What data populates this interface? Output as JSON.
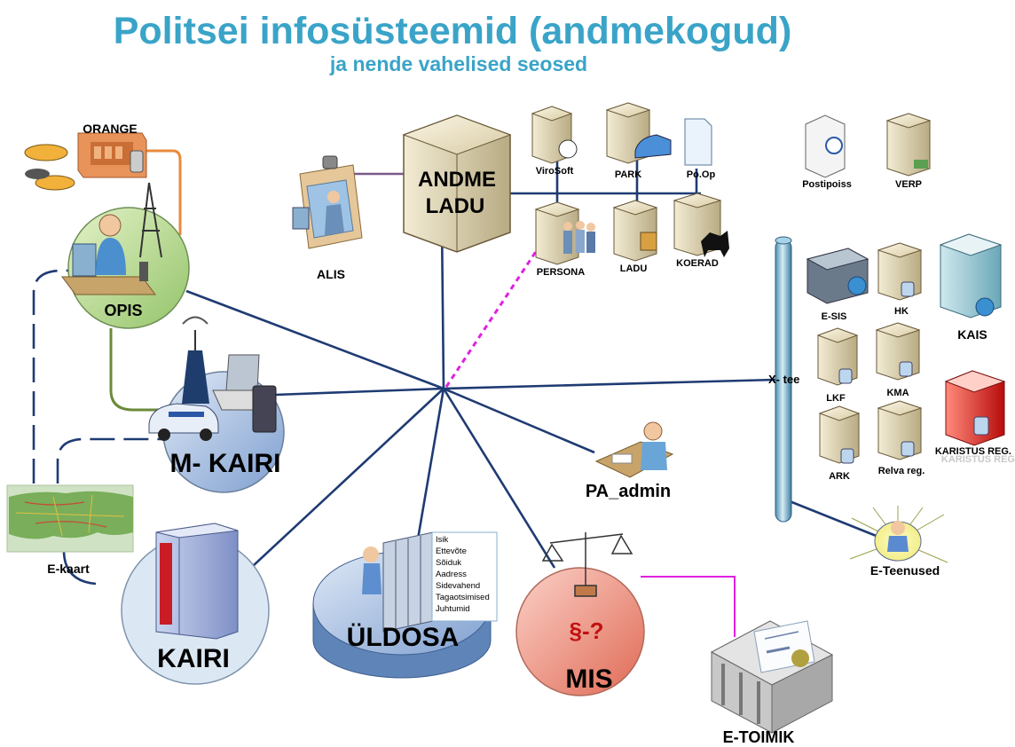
{
  "title": "Politsei infosüsteemid (andmekogud)",
  "subtitle": "ja nende vahelised seosed",
  "nodes": {
    "orange": "ORANGE",
    "opis": "OPIS",
    "m_kairi": "M- KAIRI",
    "e_kaart": "E-kaart",
    "kairi": "KAIRI",
    "uldosa": "ÜLDOSA",
    "mis": "MIS",
    "mis_symbol": "§-?",
    "e_toimik": "E-TOIMIK",
    "pa_admin": "PA_admin",
    "alis": "ALIS",
    "andme_ladu_1": "ANDME",
    "andme_ladu_2": "LADU",
    "virosoft": "ViroSoft",
    "park": "PARK",
    "po_op": "Po.Op",
    "persona": "PERSONA",
    "ladu": "LADU",
    "koerad": "KOERAD",
    "postipoiss": "Postipoiss",
    "verp": "VERP",
    "x_tee": "X- tee",
    "e_sis": "E-SIS",
    "hk": "HK",
    "kais": "KAIS",
    "lkf": "LKF",
    "kma": "KMA",
    "karistus_reg": "KARISTUS REG.",
    "karistus_reg_shadow": "KARISTUS REG",
    "ark": "ARK",
    "relva_reg": "Relva reg.",
    "e_teenused": "E-Teenused"
  },
  "uldosa_list": [
    "Isik",
    "Ettevõte",
    "Sõiduk",
    "Aadress",
    "Sidevahend",
    "Tagaotsimised",
    "Juhtumid"
  ],
  "colors": {
    "title": "#3aa4c8",
    "link": "#1f3b73",
    "orange_link": "#e88a3c",
    "green_link": "#6b8a3a",
    "persona_link": "#e020e0",
    "mis_link": "#e020e0"
  }
}
